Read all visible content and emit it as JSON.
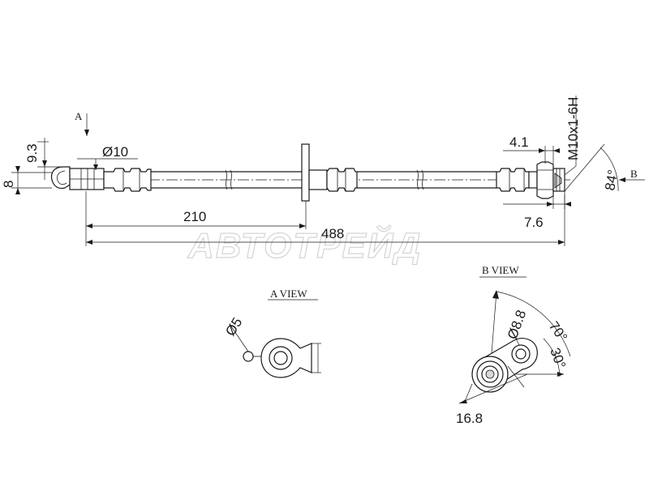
{
  "watermark": "АВТОТРЕЙД",
  "labels": {
    "view_a_marker": "A",
    "view_b_marker": "B",
    "a_view_title": "A VIEW",
    "b_view_title": "B VIEW",
    "thread_spec": "M10x1-6H"
  },
  "dimensions": {
    "height_9_3": "9.3",
    "height_8": "8",
    "diameter_10": "Ø10",
    "length_210": "210",
    "length_488": "488",
    "len_4_1": "4.1",
    "len_7_6": "7.6",
    "angle_84": "84°",
    "diameter_5": "Ø5",
    "diameter_8_8": "Ø8.8",
    "angle_70": "70°",
    "angle_30": "30°",
    "len_16_8": "16.8"
  },
  "colors": {
    "line": "#1a1a1a",
    "watermark": "#d4d4d4",
    "background": "#ffffff"
  }
}
